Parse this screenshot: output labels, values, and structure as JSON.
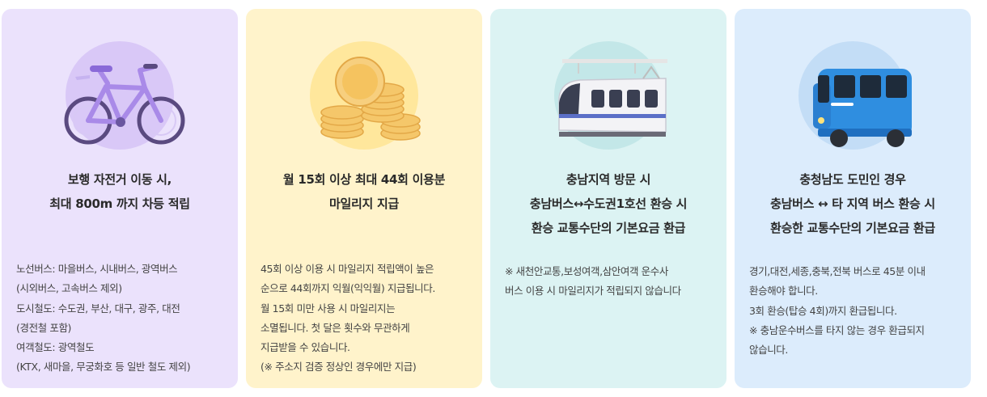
{
  "cards": [
    {
      "title_lines": [
        "보행 자전거 이동 시,",
        "최대 800m 까지 차등 적립"
      ],
      "desc_lines": [
        "노선버스: 마을버스, 시내버스, 광역버스",
        "(시외버스, 고속버스 제외)",
        "도시철도: 수도권, 부산, 대구, 광주, 대전",
        "(경전철 포함)",
        "여객철도: 광역철도",
        "(KTX, 새마을, 무궁화호 등 일반 철도 제외)"
      ],
      "illustration": "bicycle-icon",
      "bg": "#ebe2fc"
    },
    {
      "title_lines": [
        "월 15회 이상 최대 44회 이용분",
        "마일리지 지급"
      ],
      "desc_lines": [
        "45회 이상 이용 시 마일리지 적립액이 높은",
        "순으로 44회까지 익월(익익월) 지급됩니다.",
        "월 15회 미만 사용 시 마일리지는",
        "소멸됩니다. 첫 달은 횟수와 무관하게",
        "지급받을 수 있습니다.",
        "(※ 주소지 검증 정상인 경우에만 지급)"
      ],
      "illustration": "coins-icon",
      "bg": "#fff3cb"
    },
    {
      "title_lines": [
        "충남지역 방문 시",
        "충남버스↔수도권1호선 환승 시",
        "환승 교통수단의 기본요금 환급"
      ],
      "desc_lines": [
        "※ 새천안교통,보성여객,삼안여객 운수사",
        "버스 이용 시 마일리지가 적립되지 않습니다"
      ],
      "illustration": "train-icon",
      "bg": "#dcf3f3"
    },
    {
      "title_lines": [
        "충청남도 도민인 경우",
        "충남버스 ↔ 타 지역 버스 환승 시",
        "환승한 교통수단의 기본요금 환급"
      ],
      "desc_lines": [
        "경기,대전,세종,충북,전북 버스로 45분 이내",
        "환승해야 합니다.",
        "3회 환승(탑승 4회)까지 환급됩니다.",
        "※ 충남운수버스를 타지 않는 경우 환급되지",
        "않습니다."
      ],
      "illustration": "bus-icon",
      "bg": "#dcecfc"
    }
  ]
}
